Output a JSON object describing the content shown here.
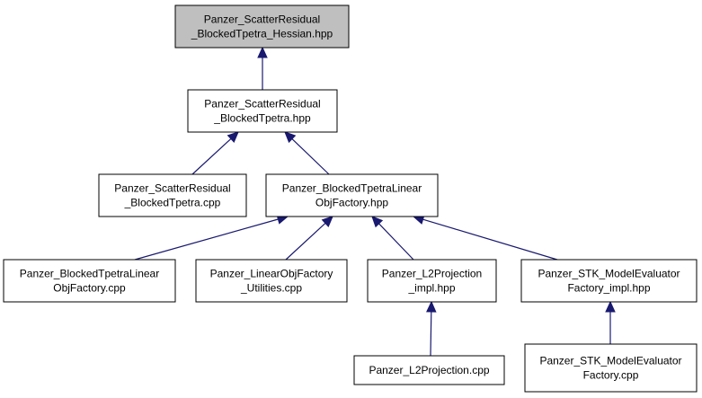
{
  "colors": {
    "edge": "#191970",
    "node_border": "#000000",
    "node_fill": "#ffffff",
    "highlight_fill": "#bfbfbf"
  },
  "nodes": [
    {
      "id": "hessian",
      "lines": [
        "Panzer_ScatterResidual",
        "_BlockedTpetra_Hessian.hpp"
      ],
      "highlighted": true
    },
    {
      "id": "scatter_hpp",
      "lines": [
        "Panzer_ScatterResidual",
        "_BlockedTpetra.hpp"
      ]
    },
    {
      "id": "scatter_cpp",
      "lines": [
        "Panzer_ScatterResidual",
        "_BlockedTpetra.cpp"
      ]
    },
    {
      "id": "factory_hpp",
      "lines": [
        "Panzer_BlockedTpetraLinear",
        "ObjFactory.hpp"
      ]
    },
    {
      "id": "factory_cpp",
      "lines": [
        "Panzer_BlockedTpetraLinear",
        "ObjFactory.cpp"
      ]
    },
    {
      "id": "utilities",
      "lines": [
        "Panzer_LinearObjFactory",
        "_Utilities.cpp"
      ]
    },
    {
      "id": "l2_impl",
      "lines": [
        "Panzer_L2Projection",
        "_impl.hpp"
      ]
    },
    {
      "id": "stk_impl",
      "lines": [
        "Panzer_STK_ModelEvaluator",
        "Factory_impl.hpp"
      ]
    },
    {
      "id": "l2_cpp",
      "lines": [
        "Panzer_L2Projection.cpp"
      ]
    },
    {
      "id": "stk_cpp",
      "lines": [
        "Panzer_STK_ModelEvaluator",
        "Factory.cpp"
      ]
    }
  ],
  "edges": [
    {
      "from": "scatter_hpp",
      "to": "hessian"
    },
    {
      "from": "scatter_cpp",
      "to": "scatter_hpp"
    },
    {
      "from": "factory_hpp",
      "to": "scatter_hpp"
    },
    {
      "from": "factory_cpp",
      "to": "factory_hpp"
    },
    {
      "from": "utilities",
      "to": "factory_hpp"
    },
    {
      "from": "l2_impl",
      "to": "factory_hpp"
    },
    {
      "from": "stk_impl",
      "to": "factory_hpp"
    },
    {
      "from": "l2_cpp",
      "to": "l2_impl"
    },
    {
      "from": "stk_cpp",
      "to": "stk_impl"
    }
  ]
}
